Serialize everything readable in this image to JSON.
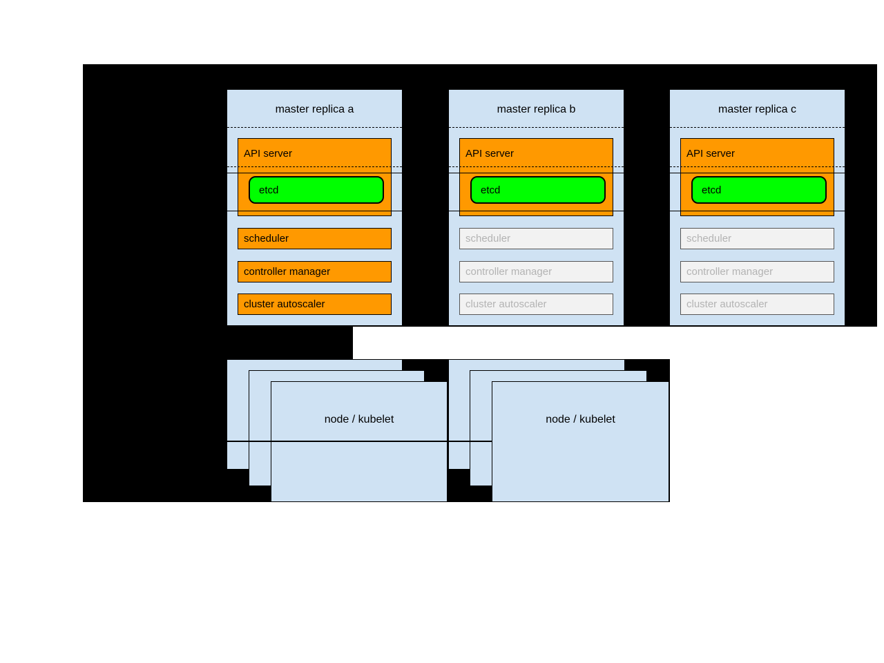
{
  "masters": [
    {
      "title": "master replica a",
      "api_server": "API server",
      "etcd": "etcd",
      "components": [
        "scheduler",
        "controller manager",
        "cluster autoscaler"
      ],
      "state": "active"
    },
    {
      "title": "master replica b",
      "api_server": "API server",
      "etcd": "etcd",
      "components": [
        "scheduler",
        "controller manager",
        "cluster autoscaler"
      ],
      "state": "inactive"
    },
    {
      "title": "master replica c",
      "api_server": "API server",
      "etcd": "etcd",
      "components": [
        "scheduler",
        "controller manager",
        "cluster autoscaler"
      ],
      "state": "inactive"
    }
  ],
  "nodes": [
    {
      "label": "node / kubelet"
    },
    {
      "label": "node / kubelet"
    }
  ],
  "colors": {
    "background_black": "#000000",
    "panel_blue": "#cfe2f3",
    "active_orange": "#ff9900",
    "etcd_green": "#00ff00",
    "inactive_fill": "#f2f2f2",
    "inactive_border": "#555555",
    "inactive_text": "#b3b3b3"
  }
}
